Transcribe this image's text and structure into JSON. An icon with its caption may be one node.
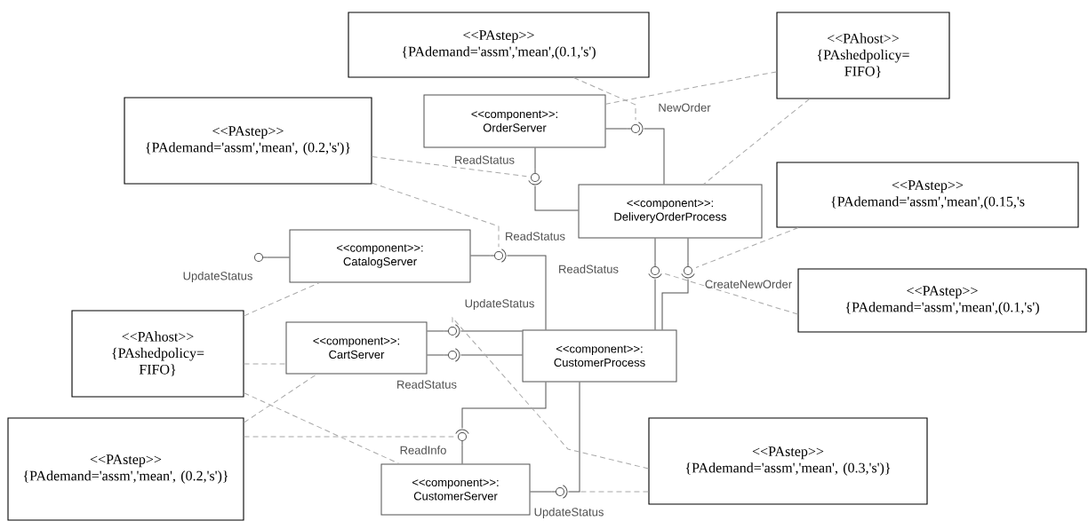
{
  "diagram": {
    "nodes": [
      {
        "text": [
          "<<PAstep>>",
          "{PAdemand='assm','mean',(0.1,'s')"
        ]
      },
      {
        "text": [
          "<<PAhost>>",
          "{PAshedpolicy= FIFO}"
        ]
      },
      {
        "text": [
          "<<PAstep>>",
          "{PAdemand='assm','mean', (0.2,'s')}"
        ]
      },
      {
        "text": [
          "<<component>>:",
          "OrderServer"
        ]
      },
      {
        "text": [
          "<<PAstep>>",
          "{PAdemand='assm','mean',(0.15,'s"
        ]
      },
      {
        "text": [
          "<<component>>:",
          "DeliveryOrderProcess"
        ]
      },
      {
        "text": [
          "<<component>>:",
          "CatalogServer"
        ]
      },
      {
        "text": [
          "<<PAstep>>",
          "{PAdemand='assm','mean',(0.1,'s')"
        ]
      },
      {
        "text": [
          "<<PAhost>>",
          "{PAshedpolicy= FIFO}"
        ]
      },
      {
        "text": [
          "<<component>>:",
          "CartServer"
        ]
      },
      {
        "text": [
          "<<component>>:",
          "CustomerProcess"
        ]
      },
      {
        "text": [
          "<<PAstep>>",
          "{PAdemand='assm','mean', (0.2,'s')}"
        ]
      },
      {
        "text": [
          "<<PAstep>>",
          "{PAdemand='assm','mean', (0.3,'s')}"
        ]
      },
      {
        "text": [
          "<<component>>:",
          "CustomerServer"
        ]
      },
      {
        "text": [],
        "shape": "socket"
      },
      {
        "text": [],
        "shape": "socket"
      },
      {
        "text": [],
        "shape": "socket"
      },
      {
        "text": [],
        "shape": "circle"
      },
      {
        "text": [],
        "shape": "socket"
      },
      {
        "text": [],
        "shape": "socket"
      },
      {
        "text": [],
        "shape": "socket"
      },
      {
        "text": [],
        "shape": "socket"
      },
      {
        "text": [],
        "shape": "socket"
      },
      {
        "text": [],
        "shape": "socket"
      }
    ],
    "labels": [
      "NewOrder",
      "ReadStatus",
      "ReadStatus",
      "ReadStatus",
      "UpdateStatus",
      "CreateNewOrder",
      "UpdateStatus",
      "ReadStatus",
      "ReadInfo",
      "UpdateStatus"
    ],
    "edges": [
      {
        "from": 3,
        "to": 14,
        "arrow": "none"
      },
      {
        "from": 14,
        "to": 5,
        "arrow": "none"
      },
      {
        "from": 3,
        "to": 15,
        "arrow": "none"
      },
      {
        "from": 15,
        "to": 5,
        "arrow": "none"
      },
      {
        "from": 6,
        "to": 16,
        "arrow": "none"
      },
      {
        "from": 16,
        "to": 10,
        "arrow": "none"
      },
      {
        "from": 6,
        "to": 17,
        "arrow": "none"
      },
      {
        "from": 5,
        "to": 18,
        "arrow": "none"
      },
      {
        "from": 18,
        "to": 10,
        "arrow": "none"
      },
      {
        "from": 5,
        "to": 19,
        "arrow": "none"
      },
      {
        "from": 19,
        "to": 10,
        "arrow": "none"
      },
      {
        "from": 9,
        "to": 20,
        "arrow": "none"
      },
      {
        "from": 20,
        "to": 10,
        "arrow": "none"
      },
      {
        "from": 9,
        "to": 21,
        "arrow": "none"
      },
      {
        "from": 21,
        "to": 10,
        "arrow": "none"
      },
      {
        "from": 13,
        "to": 22,
        "arrow": "none"
      },
      {
        "from": 22,
        "to": 10,
        "arrow": "none"
      },
      {
        "from": 13,
        "to": 23,
        "arrow": "none"
      },
      {
        "from": 23,
        "to": 10,
        "arrow": "none"
      },
      {
        "from": 0,
        "to": 14,
        "arrow": "none",
        "style": "dashed",
        "color": "#a8a8a8"
      },
      {
        "from": 1,
        "to": 3,
        "arrow": "none",
        "style": "dashed",
        "color": "#a8a8a8"
      },
      {
        "from": 1,
        "to": 5,
        "arrow": "none",
        "style": "dashed",
        "color": "#a8a8a8"
      },
      {
        "from": 2,
        "to": 15,
        "arrow": "none",
        "style": "dashed",
        "color": "#a8a8a8"
      },
      {
        "from": 2,
        "to": 16,
        "arrow": "none",
        "style": "dashed",
        "color": "#a8a8a8"
      },
      {
        "from": 4,
        "to": 19,
        "arrow": "none",
        "style": "dashed",
        "color": "#a8a8a8"
      },
      {
        "from": 7,
        "to": 18,
        "arrow": "none",
        "style": "dashed",
        "color": "#a8a8a8"
      },
      {
        "from": 8,
        "to": 6,
        "arrow": "none",
        "style": "dashed",
        "color": "#a8a8a8"
      },
      {
        "from": 8,
        "to": 9,
        "arrow": "none",
        "style": "dashed",
        "color": "#a8a8a8"
      },
      {
        "from": 8,
        "to": 13,
        "arrow": "none",
        "style": "dashed",
        "color": "#a8a8a8"
      },
      {
        "from": 11,
        "to": 9,
        "arrow": "none",
        "style": "dashed",
        "color": "#a8a8a8"
      },
      {
        "from": 11,
        "to": 22,
        "arrow": "none",
        "style": "dashed",
        "color": "#a8a8a8"
      },
      {
        "from": 12,
        "to": 20,
        "arrow": "none",
        "style": "dashed",
        "color": "#a8a8a8"
      },
      {
        "from": 12,
        "to": 23,
        "arrow": "none",
        "style": "dashed",
        "color": "#a8a8a8"
      }
    ]
  }
}
